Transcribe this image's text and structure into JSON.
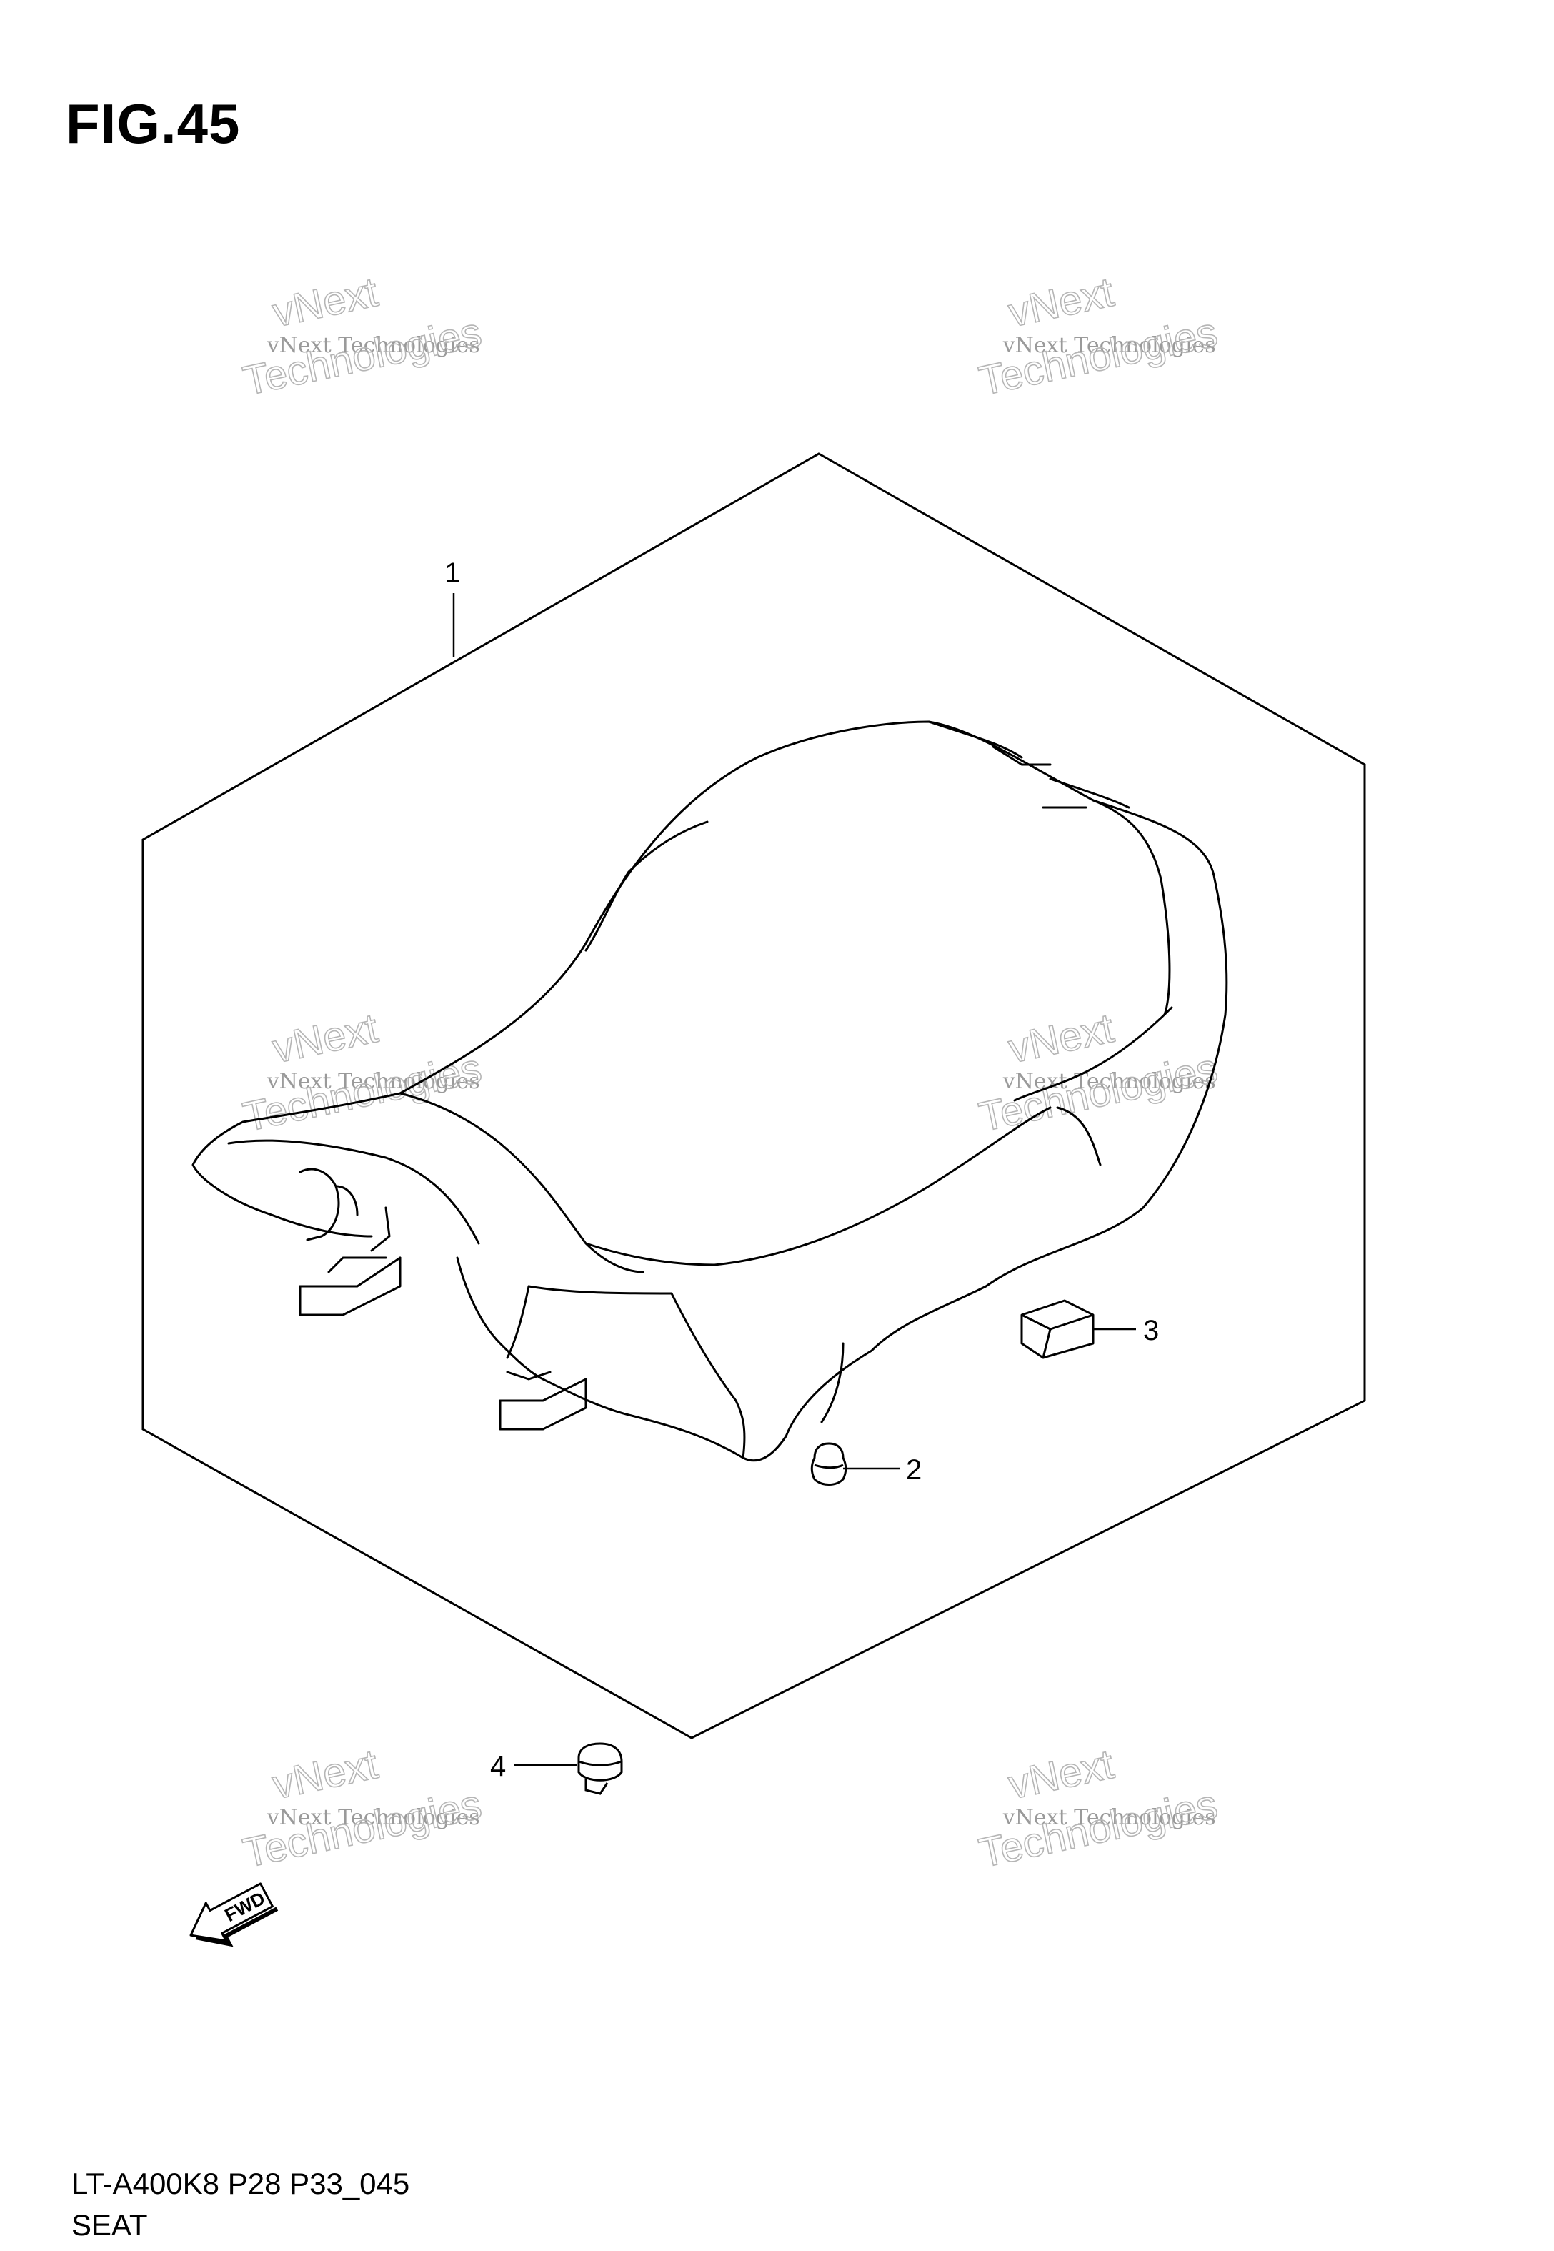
{
  "figure": {
    "title": "FIG.45",
    "code": "LT-A400K8 P28 P33_045",
    "name": "SEAT"
  },
  "callouts": [
    {
      "id": "1",
      "label": "1"
    },
    {
      "id": "2",
      "label": "2"
    },
    {
      "id": "3",
      "label": "3"
    },
    {
      "id": "4",
      "label": "4"
    }
  ],
  "watermark": {
    "line1": "vNext",
    "line2": "vNext Technologies",
    "line3": "Technologies"
  },
  "direction_marker": {
    "label": "FWD"
  }
}
